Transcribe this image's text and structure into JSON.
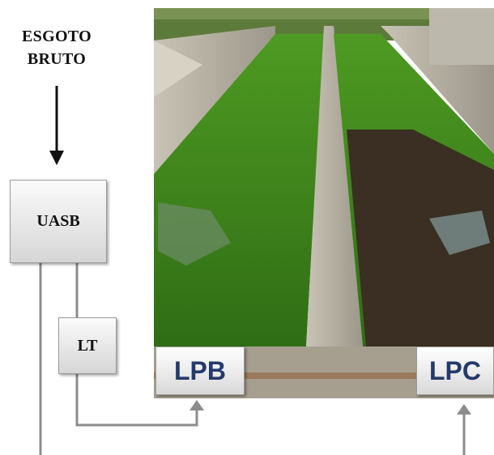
{
  "diagram": {
    "input_label_line1": "ESGOTO",
    "input_label_line2": "BRUTO",
    "reactor": "UASB",
    "tank": "LT",
    "pond_b": "LPB",
    "pond_c": "LPC"
  },
  "colors": {
    "text": "#111111",
    "pond_label": "#243a6b",
    "connector": "#8c8c8c",
    "box_top": "#fbfbfb",
    "box_bottom": "#d6d6d6",
    "water_green": "#3f8a1c",
    "concrete": "#b8b2a6"
  }
}
